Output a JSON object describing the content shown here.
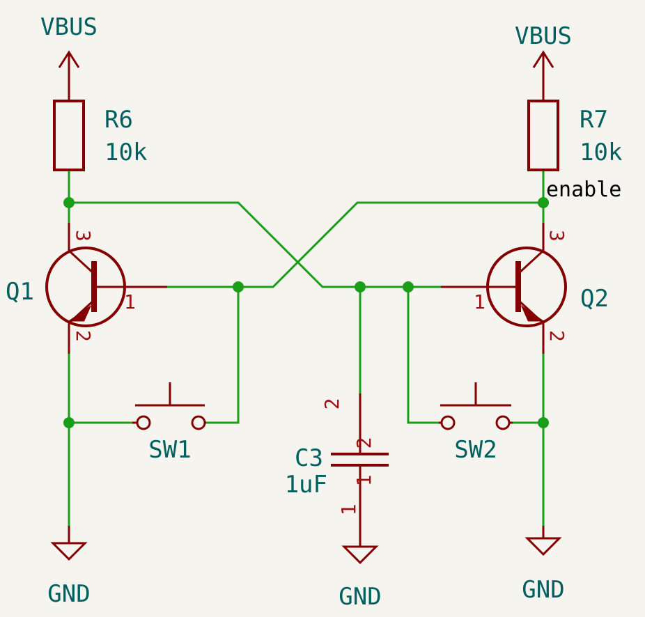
{
  "colors": {
    "background": "#f5f4ef",
    "wire": "#1a9e1a",
    "component": "#840000",
    "label_text": "#006060",
    "pin_number": "#a01010",
    "net_label": "#000000",
    "junction": "#1a9e1a"
  },
  "power": {
    "left_top": "VBUS",
    "right_top": "VBUS",
    "left_bottom": "GND",
    "center_bottom": "GND",
    "right_bottom": "GND"
  },
  "resistors": {
    "r6": {
      "ref": "R6",
      "value": "10k"
    },
    "r7": {
      "ref": "R7",
      "value": "10k"
    }
  },
  "transistors": {
    "q1": {
      "ref": "Q1",
      "pin_collector": "3",
      "pin_base": "1",
      "pin_emitter": "2"
    },
    "q2": {
      "ref": "Q2",
      "pin_collector": "3",
      "pin_base": "1",
      "pin_emitter": "2"
    }
  },
  "switches": {
    "sw1": {
      "ref": "SW1"
    },
    "sw2": {
      "ref": "SW2"
    }
  },
  "capacitor": {
    "ref": "C3",
    "value": "1uF",
    "pin_top_outer": "2",
    "pin_top_inner": "2",
    "pin_bottom_inner": "1",
    "pin_bottom_outer": "1"
  },
  "net_labels": {
    "enable": "enable"
  }
}
